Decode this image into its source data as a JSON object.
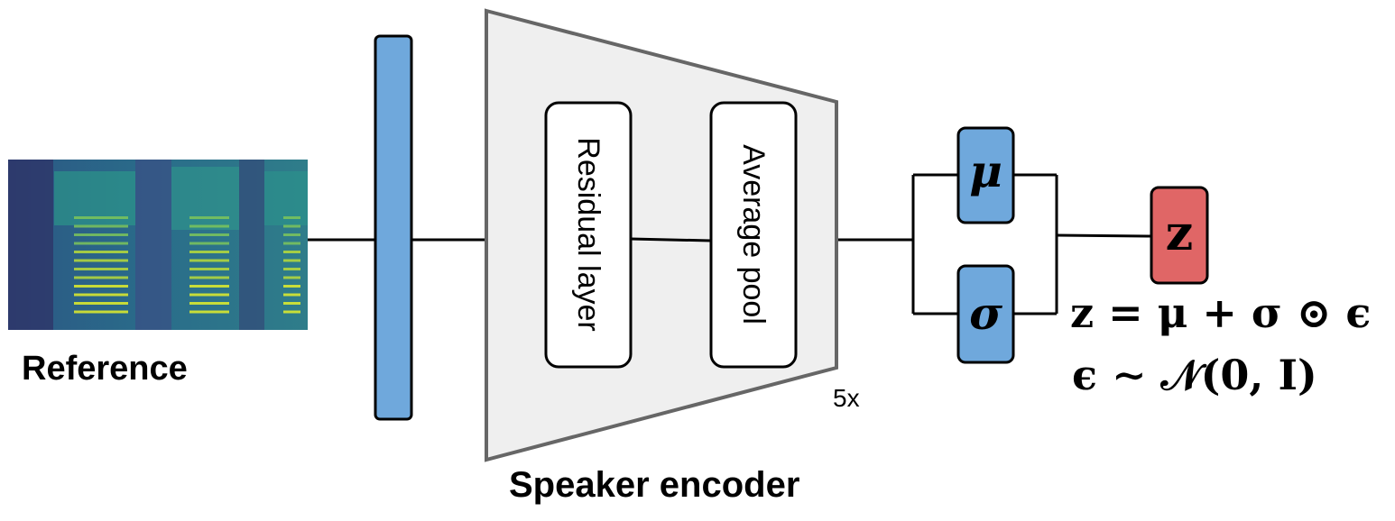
{
  "reference_label": "Reference",
  "encoder_label": "Speaker encoder",
  "residual_layer_label": "Residual layer",
  "average_pool_label": "Average pool",
  "repeat_label": "5x",
  "mu_symbol": "μ",
  "sigma_symbol": "σ",
  "z_symbol": "z",
  "equation_line1": "z = μ + σ ⊙ ϵ",
  "equation_line2": "ϵ ∼ 𝒩(0, I)",
  "colors": {
    "blue_block": "#6fa8dc",
    "red_block": "#e06666",
    "encoder_fill": "#efefef",
    "encoder_stroke": "#666666"
  }
}
